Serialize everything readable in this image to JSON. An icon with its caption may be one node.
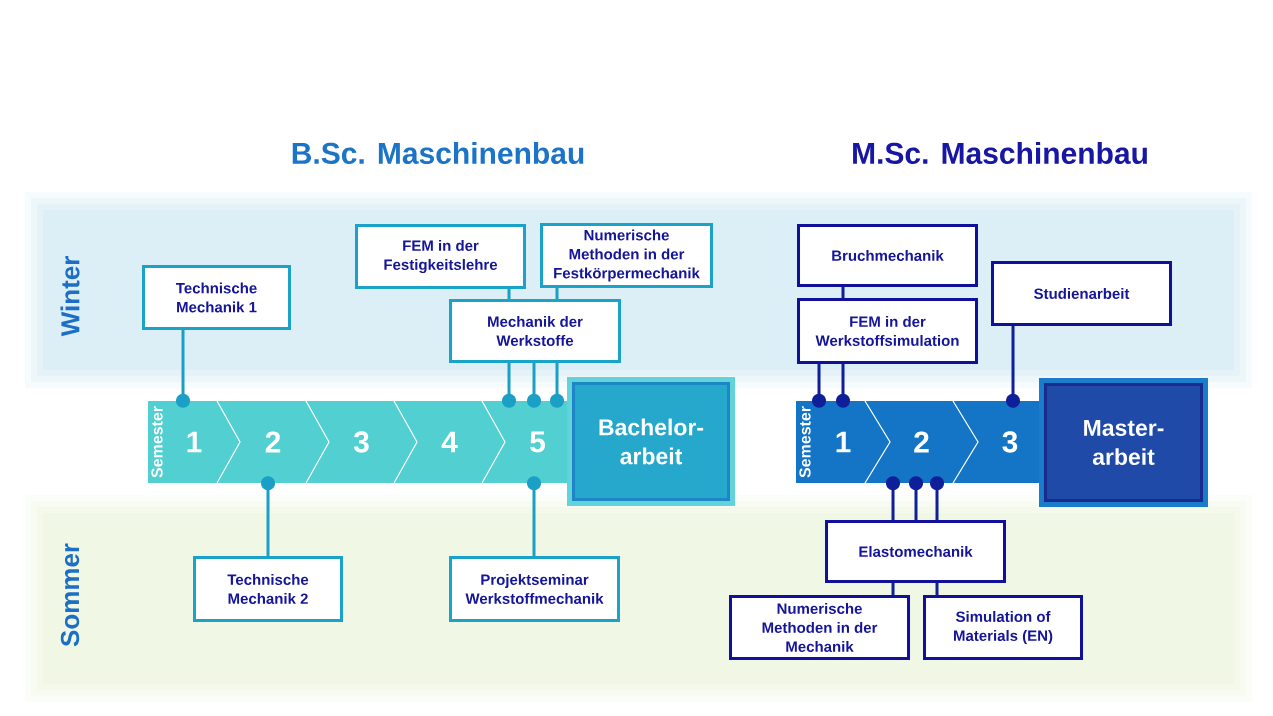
{
  "diagram": {
    "nodes": [
      {
        "text": [
          "Winter"
        ]
      },
      {
        "text": [
          "Sommer"
        ]
      },
      {
        "text": [
          "Technische Mechanik 1"
        ],
        "in": 0
      },
      {
        "text": [
          "FEM in der Festigkeitslehre"
        ],
        "in": 0
      },
      {
        "text": [
          "Numerische Methoden in der Festkörpermechanik"
        ],
        "in": 0
      },
      {
        "text": [
          "Mechanik der Werkstoffe"
        ],
        "in": 0
      },
      {
        "text": [
          "1"
        ]
      },
      {
        "text": [
          "2"
        ]
      },
      {
        "text": [
          "3"
        ]
      },
      {
        "text": [
          "4"
        ]
      },
      {
        "text": [
          "5"
        ]
      },
      {
        "text": [
          "Bachelor- arbeit"
        ]
      },
      {
        "text": [
          "Technische Mechanik 2"
        ],
        "in": 1
      },
      {
        "text": [
          "Projektseminar Werkstoffmechanik"
        ],
        "in": 1
      },
      {
        "text": [
          "Bruchmechanik"
        ],
        "in": 0
      },
      {
        "text": [
          "Studienarbeit"
        ],
        "in": 0
      },
      {
        "text": [
          "FEM in der Werkstoffsimulation"
        ],
        "in": 0
      },
      {
        "text": [
          "1"
        ]
      },
      {
        "text": [
          "2"
        ]
      },
      {
        "text": [
          "3"
        ]
      },
      {
        "text": [
          "Master- arbeit"
        ]
      },
      {
        "text": [
          "Elastomechanik"
        ],
        "in": 1
      },
      {
        "text": [
          "Numerische Methoden in der Mechanik"
        ],
        "in": 1
      },
      {
        "text": [
          "Simulation of Materials (EN)"
        ],
        "in": 1
      }
    ],
    "edges": [
      {
        "from": 2,
        "to": 6,
        "arrow": "other",
        "color": "#1b9fc6"
      },
      {
        "from": 3,
        "to": 5,
        "arrow": "none",
        "color": "#1b9fc6"
      },
      {
        "from": 4,
        "to": 5,
        "arrow": "none",
        "color": "#1b9fc6"
      },
      {
        "from": 5,
        "to": 10,
        "arrow": "other",
        "color": "#1b9fc6"
      },
      {
        "from": 5,
        "to": 10,
        "arrow": "other",
        "color": "#1b9fc6"
      },
      {
        "from": 5,
        "to": 10,
        "arrow": "other",
        "color": "#1b9fc6"
      },
      {
        "from": 12,
        "to": 7,
        "arrow": "other",
        "color": "#1b9fc6"
      },
      {
        "from": 13,
        "to": 10,
        "arrow": "other",
        "color": "#1b9fc6"
      },
      {
        "from": 14,
        "to": 16,
        "arrow": "none"
      },
      {
        "from": 16,
        "to": 17,
        "arrow": "other"
      },
      {
        "from": 16,
        "to": 17,
        "arrow": "other"
      },
      {
        "from": 15,
        "to": 19,
        "arrow": "other"
      },
      {
        "from": 21,
        "to": 18,
        "arrow": "other"
      },
      {
        "from": 21,
        "to": 18,
        "arrow": "other"
      },
      {
        "from": 21,
        "to": 18,
        "arrow": "other"
      },
      {
        "from": 22,
        "to": 21,
        "arrow": "none"
      },
      {
        "from": 23,
        "to": 21,
        "arrow": "none"
      }
    ],
    "labels": [
      "B.Sc. Maschinenbau",
      "M.Sc. Maschinenbau",
      "Semester",
      "Semester"
    ]
  }
}
